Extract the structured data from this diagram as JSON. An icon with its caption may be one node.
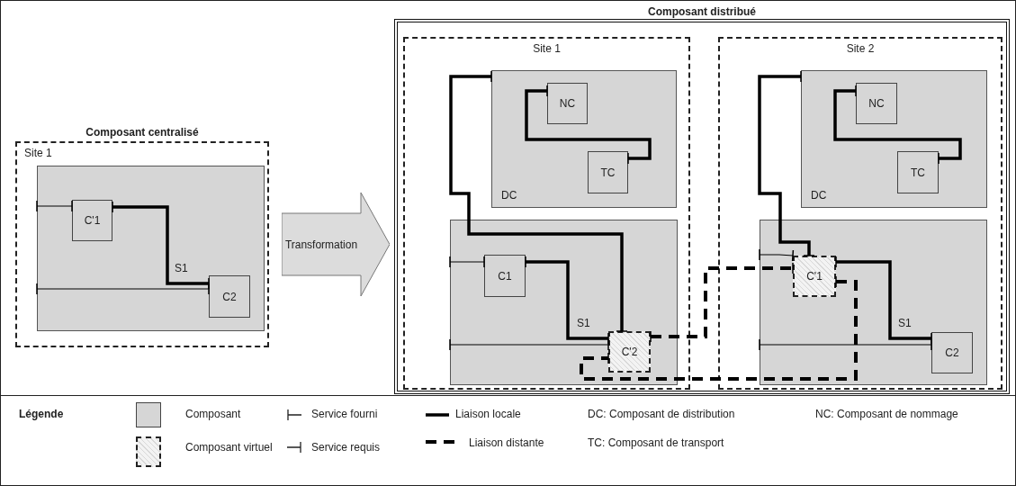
{
  "diagram": {
    "nodes": [
      {
        "text": [
          "Composant centralisé",
          "Site 1"
        ]
      },
      {
        "text": [],
        "shape": "box",
        "in": 0
      },
      {
        "text": [
          "C'1"
        ],
        "in": 1
      },
      {
        "text": [
          "C2"
        ],
        "in": 1
      },
      {
        "text": [
          "Transformation"
        ]
      },
      {
        "text": [
          "Composant distribué"
        ]
      },
      {
        "text": [
          "Site 1"
        ],
        "in": 5
      },
      {
        "text": [
          "DC"
        ],
        "in": 6
      },
      {
        "text": [
          "NC"
        ],
        "in": 7
      },
      {
        "text": [
          "TC"
        ],
        "in": 7
      },
      {
        "text": [],
        "shape": "box",
        "in": 6
      },
      {
        "text": [
          "C1"
        ],
        "in": 10
      },
      {
        "text": [
          "C'2"
        ],
        "in": 10
      },
      {
        "text": [
          "Site 2"
        ],
        "in": 5
      },
      {
        "text": [
          "DC"
        ],
        "in": 13
      },
      {
        "text": [
          "NC"
        ],
        "in": 14
      },
      {
        "text": [
          "TC"
        ],
        "in": 14
      },
      {
        "text": [],
        "shape": "box",
        "in": 13
      },
      {
        "text": [
          "C'1"
        ],
        "in": 17
      },
      {
        "text": [
          "C2"
        ],
        "in": 17
      }
    ],
    "edges": [
      {
        "from": 1,
        "to": 2,
        "arrow": "other"
      },
      {
        "from": 2,
        "to": 3,
        "arrow": "other"
      },
      {
        "from": 1,
        "to": 3,
        "arrow": "other"
      },
      {
        "from": 7,
        "to": 12,
        "arrow": "other"
      },
      {
        "from": 8,
        "to": 9,
        "arrow": "other"
      },
      {
        "from": 10,
        "to": 11,
        "arrow": "other"
      },
      {
        "from": 11,
        "to": 12,
        "arrow": "other"
      },
      {
        "from": 10,
        "to": 12,
        "arrow": "other"
      },
      {
        "from": 14,
        "to": 18,
        "arrow": "other"
      },
      {
        "from": 15,
        "to": 16,
        "arrow": "other"
      },
      {
        "from": 17,
        "to": 18,
        "arrow": "other"
      },
      {
        "from": 18,
        "to": 19,
        "arrow": "other"
      },
      {
        "from": 17,
        "to": 19,
        "arrow": "other"
      },
      {
        "from": 12,
        "to": 18,
        "arrow": "other",
        "style": "dashed"
      },
      {
        "from": 18,
        "to": 12,
        "arrow": "other",
        "style": "dashed"
      }
    ],
    "labels": [
      "S1",
      "S1",
      "S1",
      "Légende",
      "DC: Composant de distribution",
      "NC: Composant de nommage",
      "TC: Composant de transport"
    ],
    "legend": [
      {
        "text": "Composant",
        "color": "#d6d6d6"
      },
      {
        "text": "Composant virtuel"
      },
      {
        "text": "Service fourni"
      },
      {
        "text": "Service requis"
      },
      {
        "text": "Liaison locale"
      },
      {
        "text": "Liaison distante"
      }
    ]
  }
}
